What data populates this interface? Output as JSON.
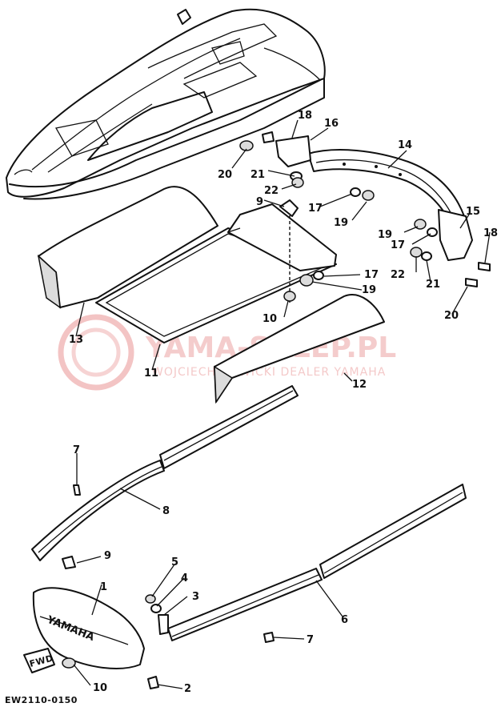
{
  "diagram": {
    "drawing_code": "EW2110-0150",
    "watermark": {
      "brand": "YAMA-SKLEP.PL",
      "tagline": "WOJCIECH NOWICKI DEALER YAMAHA"
    },
    "embossed_text": {
      "hood_brand": "YAMAHA",
      "direction_tag": "FWD"
    },
    "callouts": [
      "18",
      "16",
      "14",
      "20",
      "21",
      "22",
      "9",
      "17",
      "19",
      "15",
      "18",
      "19",
      "17",
      "22",
      "21",
      "20",
      "17",
      "19",
      "13",
      "11",
      "10",
      "12",
      "7",
      "8",
      "9",
      "5",
      "4",
      "3",
      "1",
      "6",
      "7",
      "10",
      "2"
    ]
  }
}
